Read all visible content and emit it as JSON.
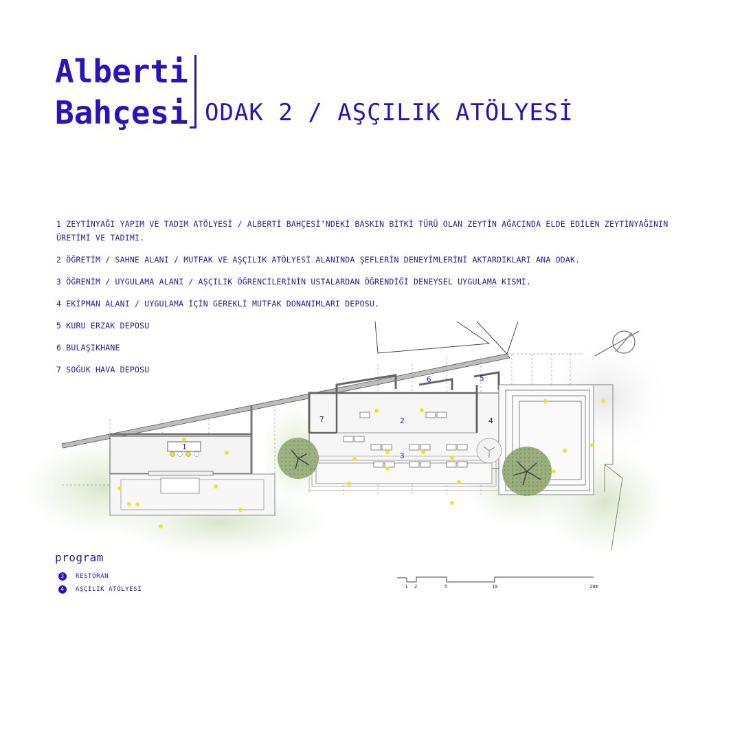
{
  "header": {
    "title_line1": "Alberti",
    "title_line2": "Bahçesi",
    "subtitle": "ODAK 2 / AŞÇILIK ATÖLYESİ"
  },
  "legend_items": [
    "1 ZEYTİNYAĞI YAPIM VE TADIM ATÖLYESİ / ALBERTİ BAHÇESİ’NDEKİ BASKIN BİTKİ TÜRÜ OLAN ZEYTİN AĞACINDA ELDE EDİLEN ZEYTİNYAĞININ ÜRETİMİ VE TADIMI.",
    "2 ÖĞRETİM / SAHNE ALANI / MUTFAK VE AŞÇILIK ATÖLYESİ ALANINDA ŞEFLERİN DENEYİMLERİNİ AKTARDIKLARI ANA ODAK.",
    "3 ÖĞRENİM / UYGULAMA ALANI / AŞÇILIK ÖĞRENCİLERİNİN USTALARDAN ÖĞRENDİĞİ DENEYSEL UYGULAMA KISMI.",
    "4 EKİPMAN ALANI / UYGULAMA İÇİN GEREKLİ MUTFAK DONANIMLARI DEPOSU.",
    "5 KURU ERZAK DEPOSU",
    "6 BULAŞIKHANE",
    "7 SOĞUK HAVA DEPOSU"
  ],
  "plan": {
    "room_labels": [
      "1",
      "2",
      "3",
      "4",
      "5",
      "6",
      "7"
    ]
  },
  "program": {
    "title": "program",
    "items": [
      {
        "number": "3",
        "label": "RESTORAN"
      },
      {
        "number": "4",
        "label": "AŞÇILIK ATÖLYESİ"
      }
    ]
  },
  "scale": {
    "labels": [
      "1",
      "2",
      "5",
      "10",
      "20m"
    ]
  },
  "colors": {
    "accent": "#2a12c4",
    "wall": "#8a8a8a",
    "vegetation": "#c9dbb4",
    "figures": "#f0e22a"
  }
}
